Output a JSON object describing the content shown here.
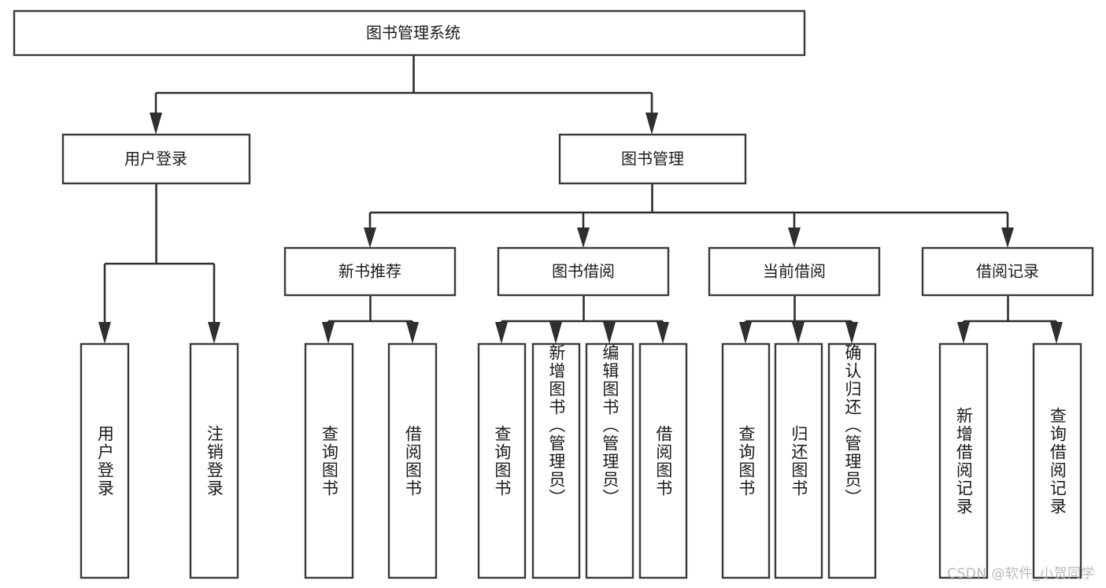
{
  "diagram": {
    "type": "tree-hierarchy",
    "title": "图书管理系统",
    "watermark": "CSDN @软件_小贺同学",
    "colors": {
      "background": "#ffffff",
      "box_fill": "#ffffff",
      "box_stroke": "#3a3a3a",
      "connector": "#2f2f2f",
      "label_text": "#1b1b1b",
      "watermark_text": "#b9b9b9"
    },
    "root": {
      "label": "图书管理系统",
      "orientation": "horizontal"
    },
    "level2": [
      {
        "label": "用户登录",
        "orientation": "horizontal"
      },
      {
        "label": "图书管理",
        "orientation": "horizontal"
      }
    ],
    "level3": [
      {
        "label": "新书推荐",
        "orientation": "horizontal"
      },
      {
        "label": "图书借阅",
        "orientation": "horizontal"
      },
      {
        "label": "当前借阅",
        "orientation": "horizontal"
      },
      {
        "label": "借阅记录",
        "orientation": "horizontal"
      }
    ],
    "leaves": {
      "user_login": [
        {
          "label": "用户登录",
          "orientation": "vertical"
        },
        {
          "label": "注销登录",
          "orientation": "vertical"
        }
      ],
      "new_book_recommend": [
        {
          "label": "查询图书",
          "orientation": "vertical"
        },
        {
          "label": "借阅图书",
          "orientation": "vertical"
        }
      ],
      "book_borrow": [
        {
          "label": "查询图书",
          "orientation": "vertical"
        },
        {
          "label": "新增图书（管理员）",
          "orientation": "vertical"
        },
        {
          "label": "编辑图书（管理员）",
          "orientation": "vertical"
        },
        {
          "label": "借阅图书",
          "orientation": "vertical"
        }
      ],
      "current_borrow": [
        {
          "label": "查询图书",
          "orientation": "vertical"
        },
        {
          "label": "归还图书",
          "orientation": "vertical"
        },
        {
          "label": "确认归还（管理员）",
          "orientation": "vertical"
        }
      ],
      "borrow_record": [
        {
          "label": "新增借阅记录",
          "orientation": "vertical"
        },
        {
          "label": "查询借阅记录",
          "orientation": "vertical"
        }
      ]
    }
  }
}
